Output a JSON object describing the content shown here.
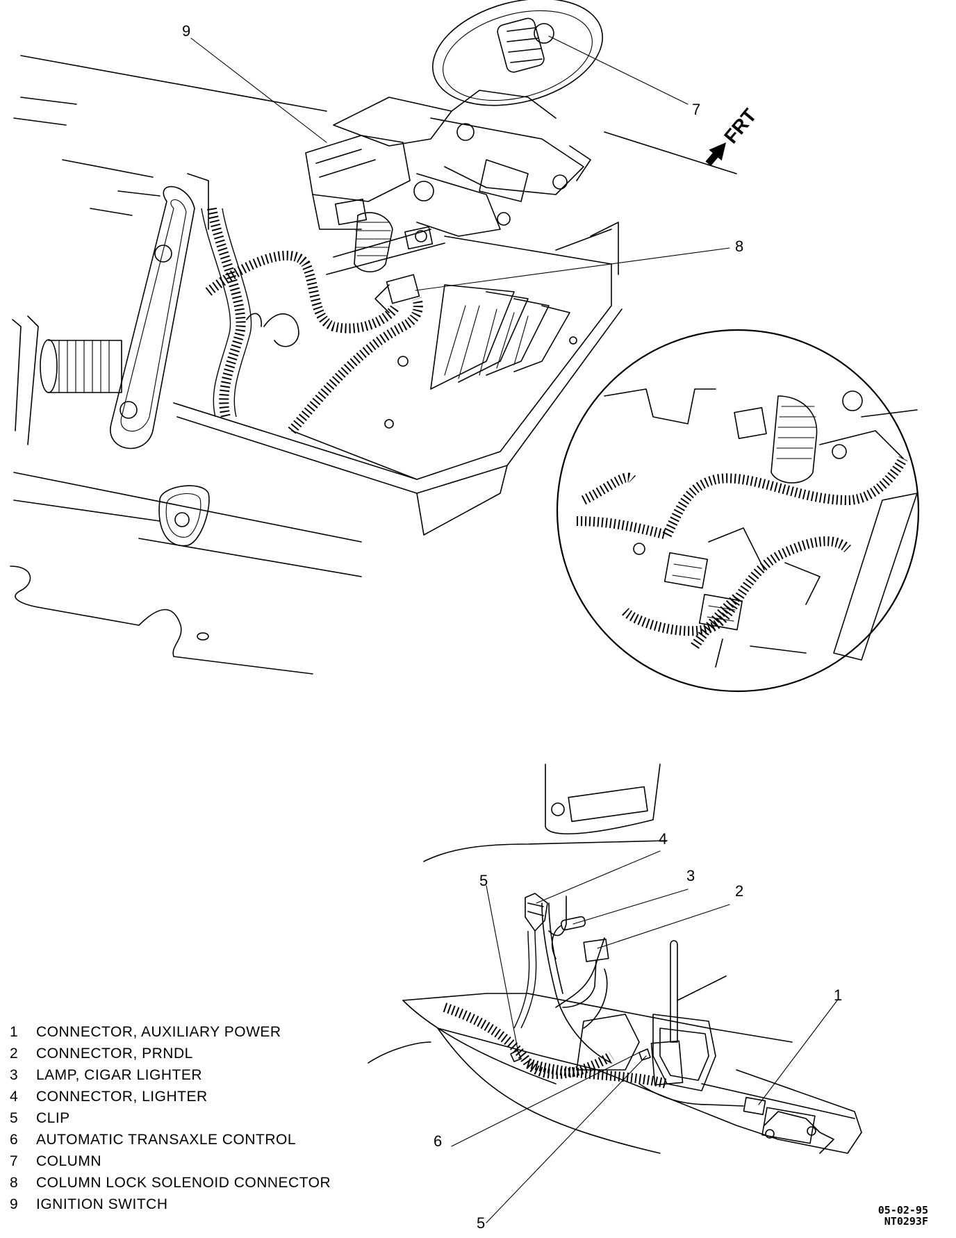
{
  "diagram": {
    "direction_label": "FRT",
    "callouts": {
      "top": [
        "9",
        "7",
        "8"
      ],
      "bottom": [
        "4",
        "5",
        "3",
        "2",
        "1",
        "6",
        "5"
      ]
    }
  },
  "legend": [
    {
      "num": "1",
      "label": "CONNECTOR, AUXILIARY POWER"
    },
    {
      "num": "2",
      "label": "CONNECTOR, PRNDL"
    },
    {
      "num": "3",
      "label": "LAMP, CIGAR LIGHTER"
    },
    {
      "num": "4",
      "label": "CONNECTOR, LIGHTER"
    },
    {
      "num": "5",
      "label": "CLIP"
    },
    {
      "num": "6",
      "label": "AUTOMATIC TRANSAXLE CONTROL"
    },
    {
      "num": "7",
      "label": "COLUMN"
    },
    {
      "num": "8",
      "label": "COLUMN LOCK SOLENOID CONNECTOR"
    },
    {
      "num": "9",
      "label": "IGNITION SWITCH"
    }
  ],
  "reference": {
    "date": "05-02-95",
    "code": "NT0293F"
  }
}
